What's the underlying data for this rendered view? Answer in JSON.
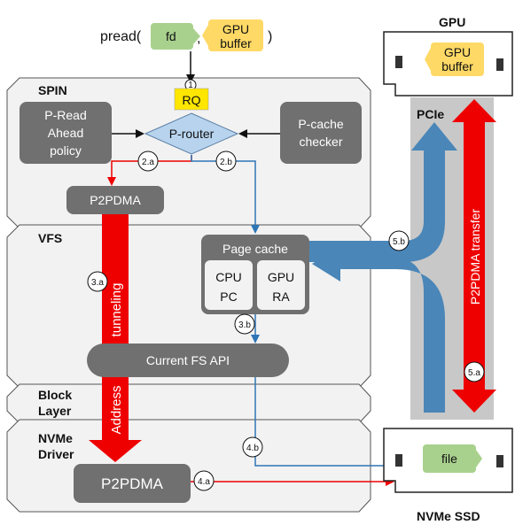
{
  "call": {
    "function": "pread(",
    "arg_fd": "fd",
    "comma": ",",
    "arg_buffer_line1": "GPU",
    "arg_buffer_line2": "buffer",
    "close_paren": ")",
    "step_marker": "1"
  },
  "layers": {
    "spin": "SPIN",
    "vfs": "VFS",
    "block_line1": "Block",
    "block_line2": "Layer",
    "nvme_line1": "NVMe",
    "nvme_line2": "Driver"
  },
  "spin": {
    "rq": "RQ",
    "prouter": "P-router",
    "readahead_line1": "P-Read",
    "readahead_line2": "Ahead",
    "readahead_line3": "policy",
    "pcache_line1": "P-cache",
    "pcache_line2": "checker",
    "p2pdma": "P2PDMA"
  },
  "vfs": {
    "page_cache": "Page cache",
    "cpu_line1": "CPU",
    "cpu_line2": "PC",
    "gpu_line1": "GPU",
    "gpu_line2": "RA",
    "fs_api": "Current FS API"
  },
  "nvme_driver": {
    "p2pdma": "P2PDMA"
  },
  "arrows": {
    "tunneling": "tunneling",
    "address": "Address",
    "p2pdma_transfer": "P2PDMA transfer"
  },
  "steps": {
    "s2a": "2.a",
    "s2b": "2.b",
    "s3a": "3.a",
    "s3b": "3.b",
    "s4a": "4.a",
    "s4b": "4.b",
    "s5a": "5.a",
    "s5b": "5.b"
  },
  "devices": {
    "gpu_title": "GPU",
    "gpu_buffer_line1": "GPU",
    "gpu_buffer_line2": "buffer",
    "pcie": "PCIe",
    "ssd_file": "file",
    "ssd_title": "NVMe SSD"
  },
  "colors": {
    "layer_fill": "#f2f2f2",
    "dark_box": "#707070",
    "red_arrow": "#ee0000",
    "blue_arrow": "#4a86b8",
    "prouter": "#b7d3ee",
    "rq": "#ffe600",
    "fd": "#a9d18e",
    "buffer": "#ffd966",
    "pcie_band": "#c8c8c8"
  }
}
